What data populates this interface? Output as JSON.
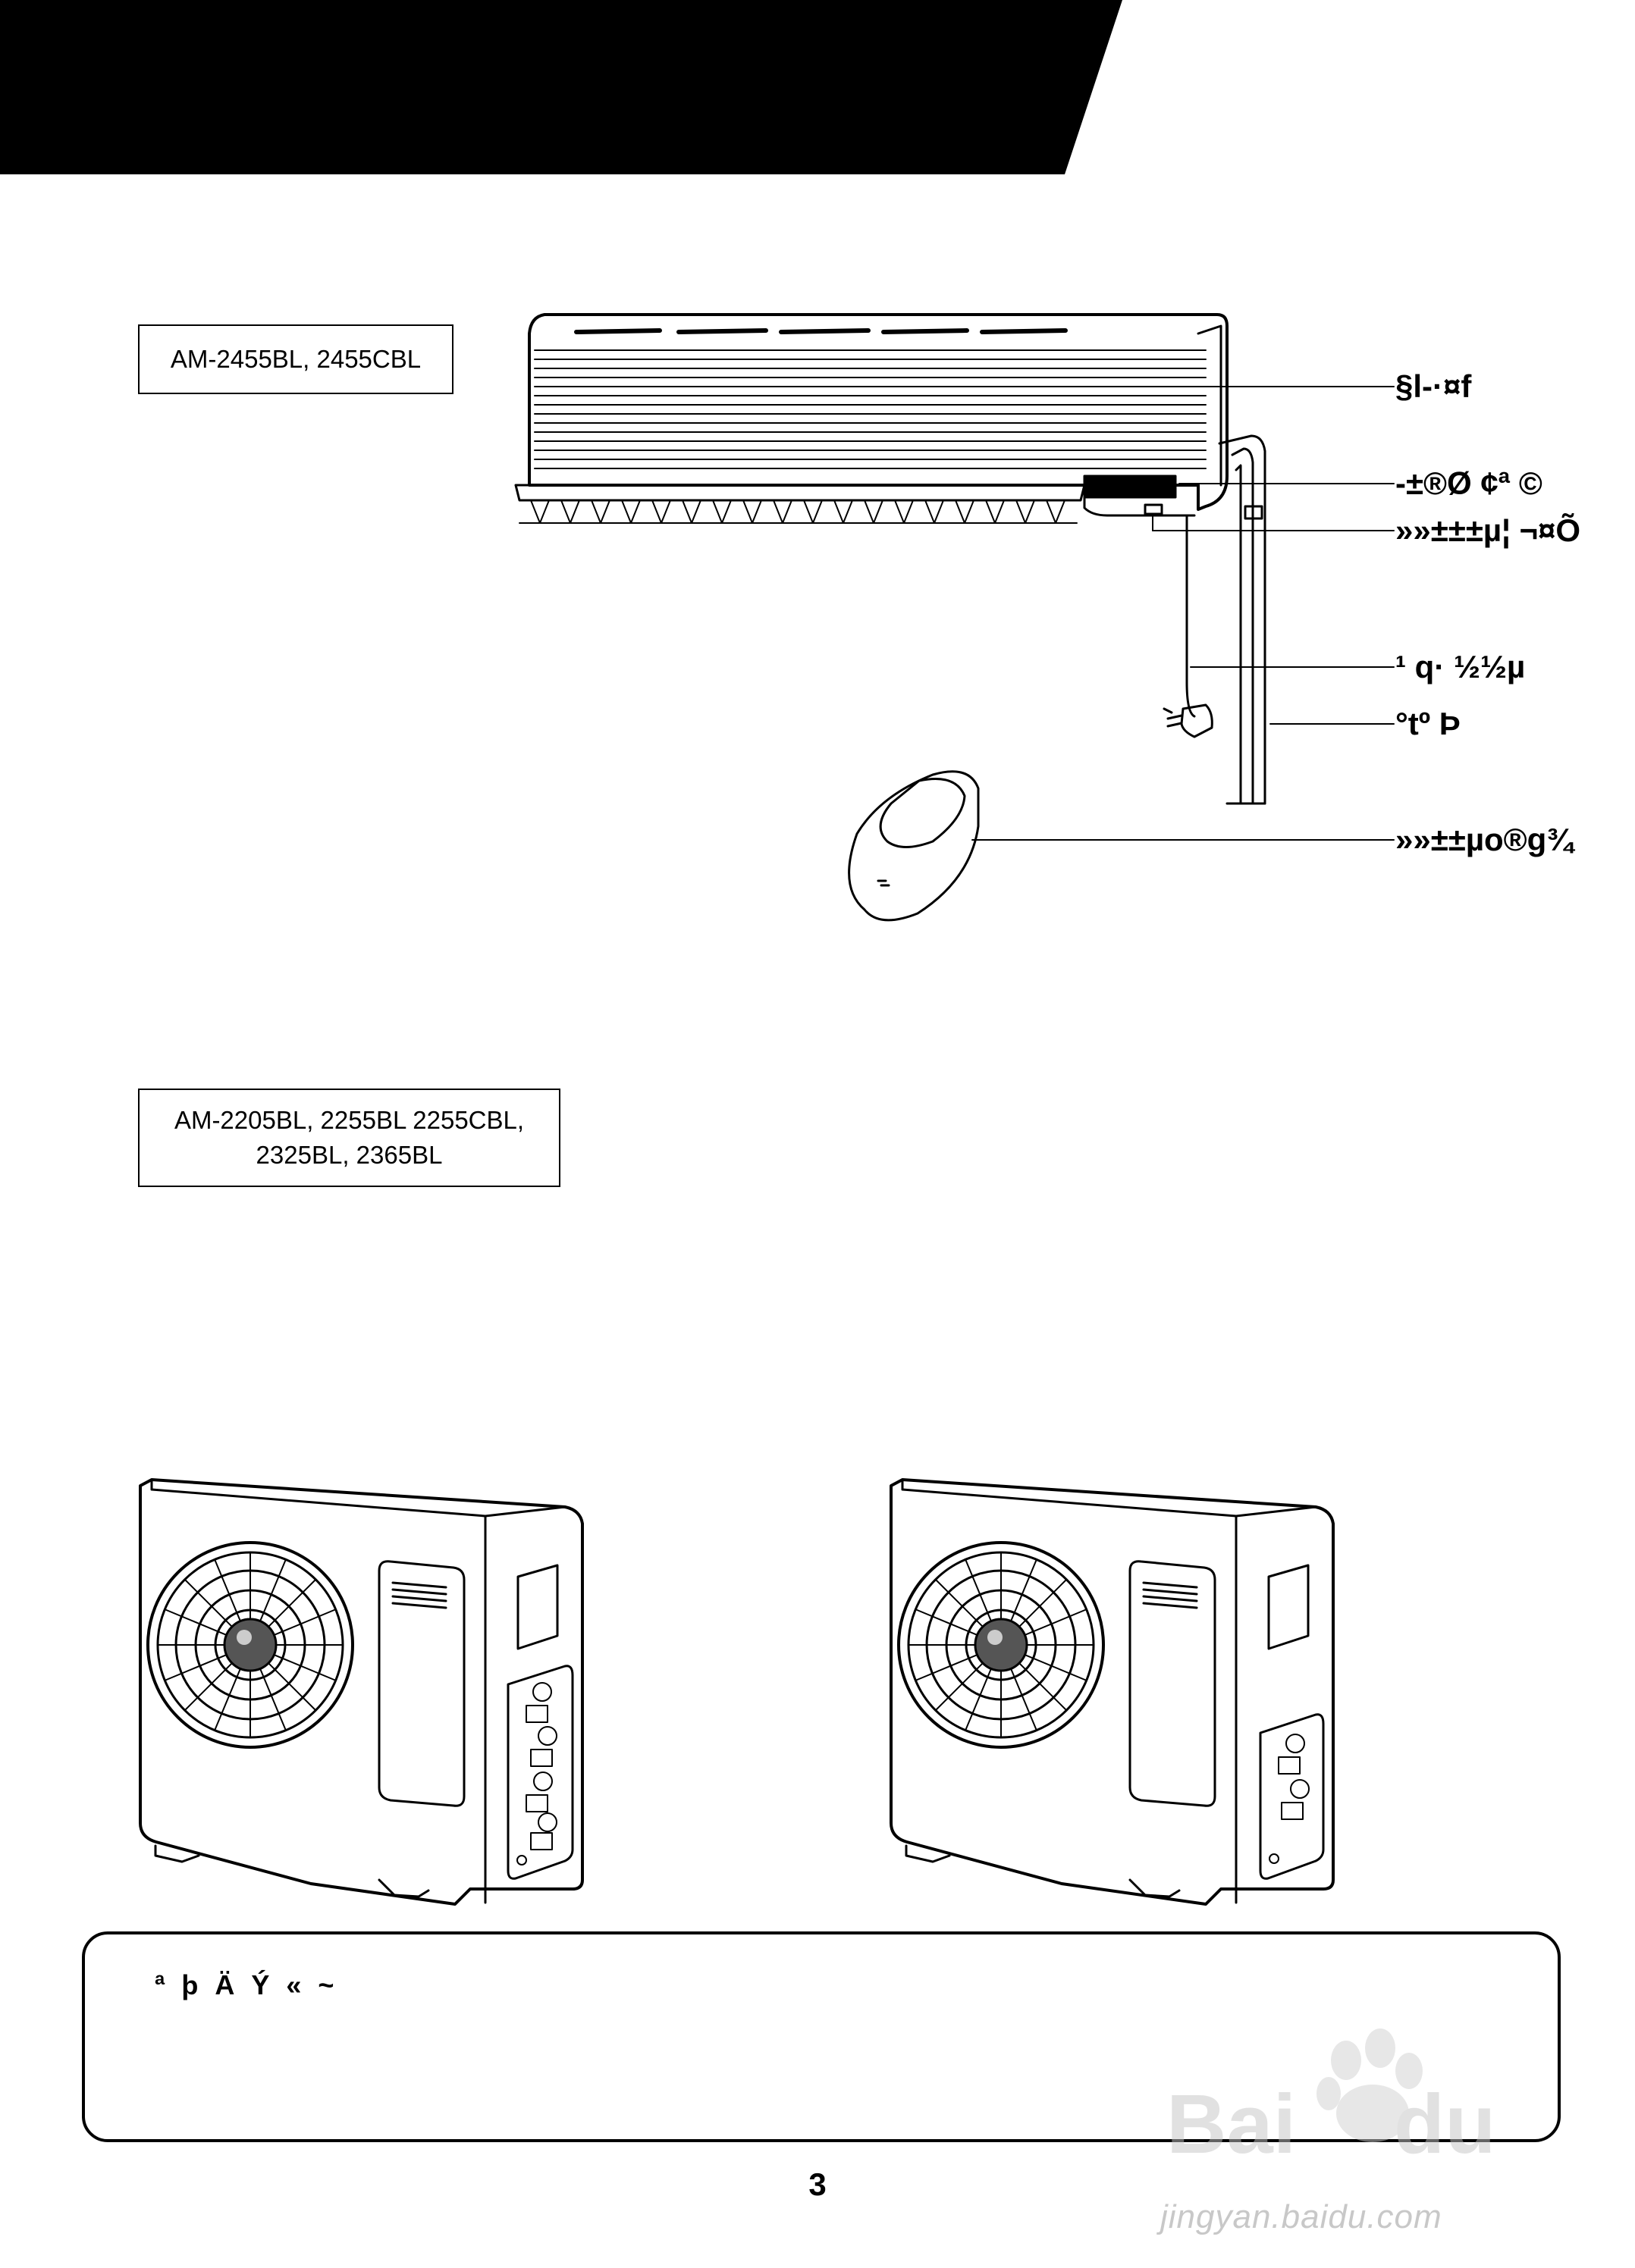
{
  "models": {
    "group1": "AM-2455BL, 2455CBL",
    "group2_line1": "AM-2205BL, 2255BL 2255CBL,",
    "group2_line2": "2325BL, 2365BL"
  },
  "callouts": [
    "§l-·¤f",
    "-±®Ø ¢ª ©",
    "»»±±±µ¦ ¬¤Õ",
    "¹ q· ½½µ",
    "°tº Þ",
    "»»±±µo®g¾"
  ],
  "note": {
    "title": "ª þ Ä Ý « ~"
  },
  "page_number": "3",
  "watermark": {
    "text": "jingyan.baidu.com"
  }
}
